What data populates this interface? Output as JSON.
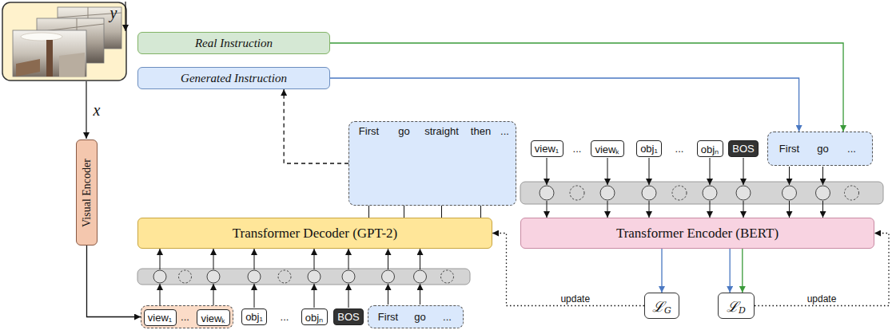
{
  "diagram": {
    "nodes": [
      {
        "text": [
          "Real Instruction"
        ]
      },
      {
        "text": [
          "Generated Instruction"
        ]
      },
      {
        "text": [
          "First",
          "go",
          "straight",
          "then",
          "..."
        ]
      },
      {
        "text": [
          "Visual Encoder"
        ]
      },
      {
        "text": [
          "Transformer Decoder (GPT-2)"
        ]
      },
      {
        "text": [
          "..."
        ]
      },
      {
        "text": [
          "view₁"
        ],
        "in": 5
      },
      {
        "text": [
          "viewₖ"
        ],
        "in": 5
      },
      {
        "text": [
          "obj₁"
        ]
      },
      {
        "text": [
          "objₙ"
        ]
      },
      {
        "text": [
          "BOS"
        ]
      },
      {
        "text": [
          "First",
          "go",
          "..."
        ]
      },
      {
        "text": [
          "view₁"
        ]
      },
      {
        "text": [
          "viewₖ"
        ]
      },
      {
        "text": [
          "obj₁"
        ]
      },
      {
        "text": [
          "objₙ"
        ]
      },
      {
        "text": [
          "BOS"
        ]
      },
      {
        "text": [
          "First",
          "go",
          "..."
        ]
      },
      {
        "text": [
          "Transformer Encoder (BERT)"
        ]
      },
      {
        "text": [
          "ℒ",
          "G"
        ]
      },
      {
        "text": [
          "ℒ",
          "D"
        ]
      }
    ],
    "edges": [
      {
        "from": 2,
        "to": 1,
        "arrow": "to"
      },
      {
        "from": 3,
        "to": 5,
        "arrow": "to"
      },
      {
        "from": 0,
        "to": 17,
        "arrow": "to"
      },
      {
        "from": 1,
        "to": 17,
        "arrow": "to"
      },
      {
        "from": 18,
        "to": 19,
        "arrow": "to"
      },
      {
        "from": 18,
        "to": 20,
        "arrow": "to"
      },
      {
        "from": 18,
        "to": 20,
        "arrow": "to"
      },
      {
        "from": 19,
        "to": 4,
        "arrow": "to",
        "label": "update"
      },
      {
        "from": 20,
        "to": 18,
        "arrow": "to",
        "label": "update"
      }
    ],
    "labels": [
      "y",
      "x",
      "...",
      "...",
      "..."
    ]
  }
}
